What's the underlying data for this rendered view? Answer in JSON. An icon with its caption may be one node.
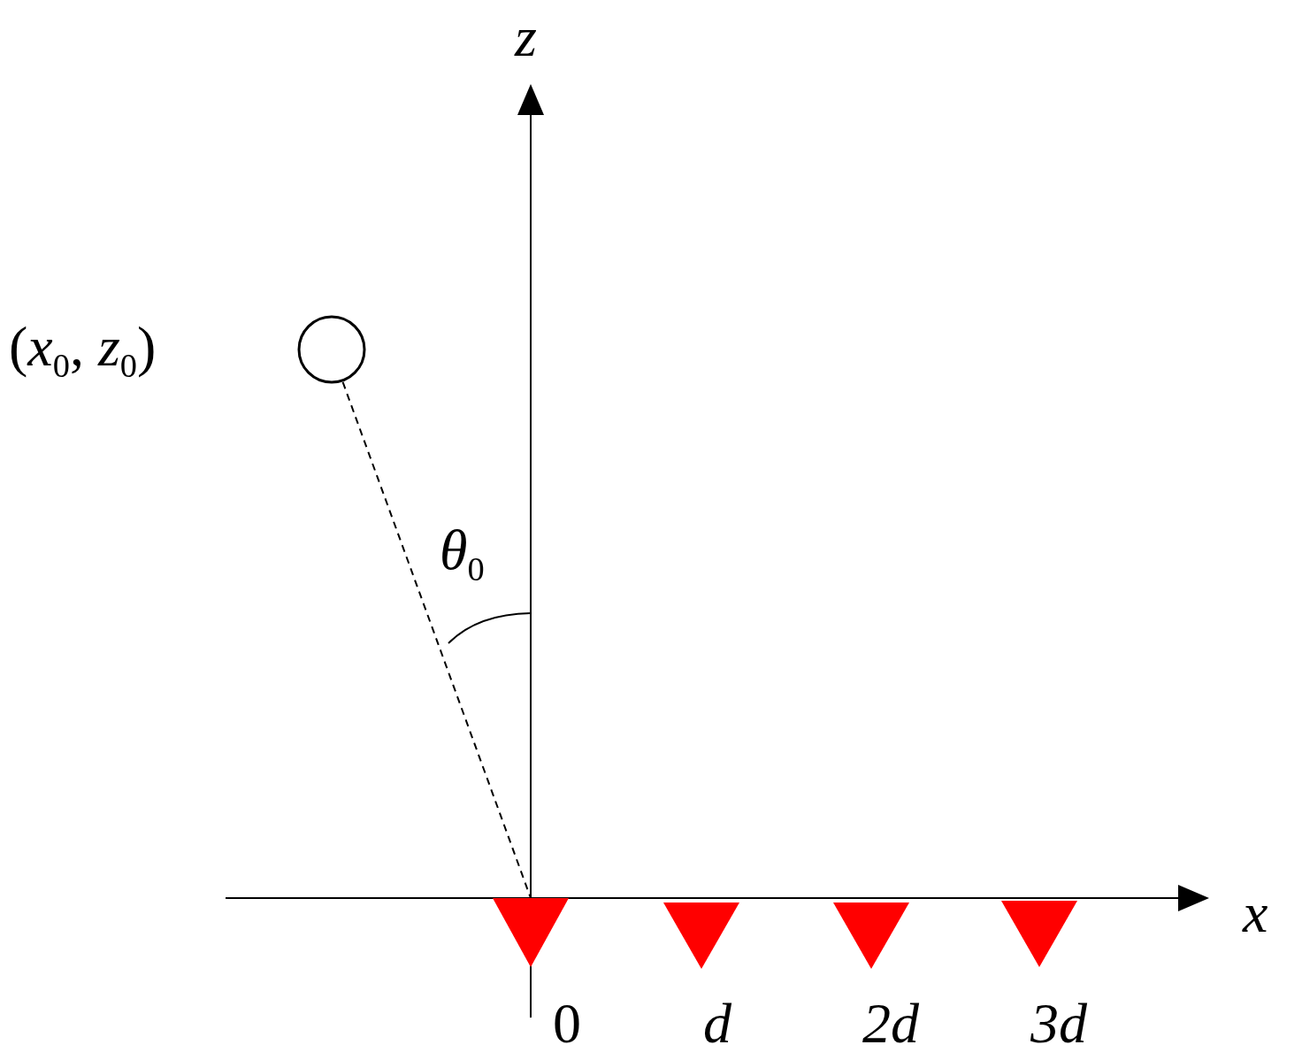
{
  "diagram": {
    "nodes": [
      {
        "text": [],
        "shape": "circle",
        "beside": [
          "(*x*$_{0}$, *z*$_{0}$)"
        ]
      },
      {
        "text": [],
        "shape": "triangle"
      },
      {
        "text": [],
        "shape": "triangle"
      },
      {
        "text": [],
        "shape": "triangle"
      },
      {
        "text": [],
        "shape": "triangle"
      }
    ],
    "edges": [
      {
        "from": 0,
        "to": 1,
        "arrow": "none",
        "style": "dashed"
      }
    ],
    "labels": [
      "z",
      "*θ*$_{0}$",
      "x",
      "0",
      "d",
      "2d",
      "3d"
    ]
  }
}
